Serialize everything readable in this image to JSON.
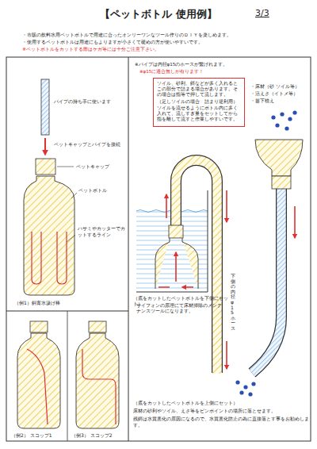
{
  "diagram": {
    "title": "【ペットボトル 使用例】",
    "nodes": [
      {
        "text": [
          "ソイル、砂利、餌などが多く入れるとこの部分で詰まる場合があります。その場合は指等で押して流します。",
          "（足しソイルの場合　詰まり逆利用）ソイルを流せるようにボトル内に多く入れて、流しすぎ量をセットしてから指を離して流すと作業しやすいです。"
        ]
      }
    ],
    "labels": [
      "3/3",
      "・市販の飲料水用ペットボトルで用途に合ったオンリーワンなツール作りのＤＩＹを楽しめます。",
      "・使用するペットボトルは用途にもよりますが小さくて硬めの方が使いやすいです。",
      "※ペットボトルをカットする際はケガ等には十分ご注意下さい。",
      "パイプの持ち手に使います",
      "ペットキャップとパイプを接続",
      "ペットキャップ",
      "ペットボトル",
      "ハサミやカッターでカットするライン",
      "（例1）飼育水汲げ棒",
      "（例2） スコップ1",
      "（例3） スコップ2",
      "※パイプは内径φ15のホースが繋げれます。",
      "※φ15に適合無しが有ります！",
      "・床材（砂 ソイル等）",
      "・活えさ（イトメ等）",
      "・苗下植え",
      "下側の内径φ15ホース",
      "（底をカットしたペットボトルを下側にセット）",
      "サイフォンの原理にて床材掃除のメンテナンスツールになります。",
      "（底をカットしたペットボトルを上側にセット）",
      "床材の砂利やソイル、えさ等をピンポイントの場所に落とせます。",
      "残餌は水質悪化の原因になるので、水質悪化防止の為に直接落とす事をお勧めします。"
    ]
  }
}
